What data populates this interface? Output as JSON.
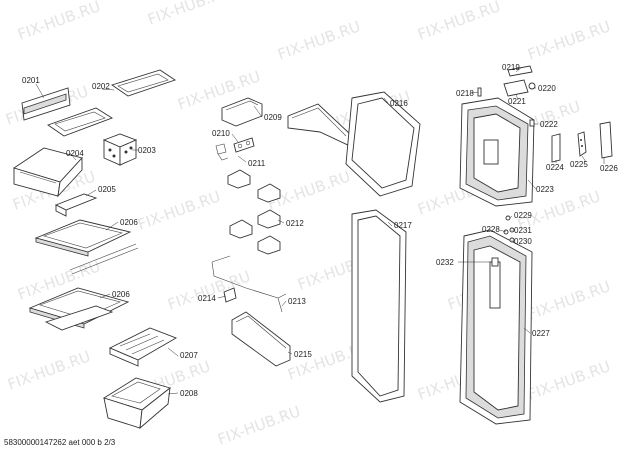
{
  "watermark": {
    "text": "FIX-HUB.RU"
  },
  "footer": {
    "text": "58300000147262 aet 000 b 2/3"
  },
  "labels": {
    "p0201": "0201",
    "p0202": "0202",
    "p0203": "0203",
    "p0204": "0204",
    "p0205": "0205",
    "p0206a": "0206",
    "p0206b": "0206",
    "p0207": "0207",
    "p0208": "0208",
    "p0209": "0209",
    "p0210": "0210",
    "p0211": "0211",
    "p0212": "0212",
    "p0213": "0213",
    "p0214": "0214",
    "p0215": "0215",
    "p0216": "0216",
    "p0217": "0217",
    "p0218": "0218",
    "p0219": "0219",
    "p0220": "0220",
    "p0221": "0221",
    "p0222": "0222",
    "p0223": "0223",
    "p0224": "0224",
    "p0225": "0225",
    "p0226": "0226",
    "p0227": "0227",
    "p0228": "0228",
    "p0229": "0229",
    "p0230": "0230",
    "p0231": "0231",
    "p0232": "0232"
  }
}
